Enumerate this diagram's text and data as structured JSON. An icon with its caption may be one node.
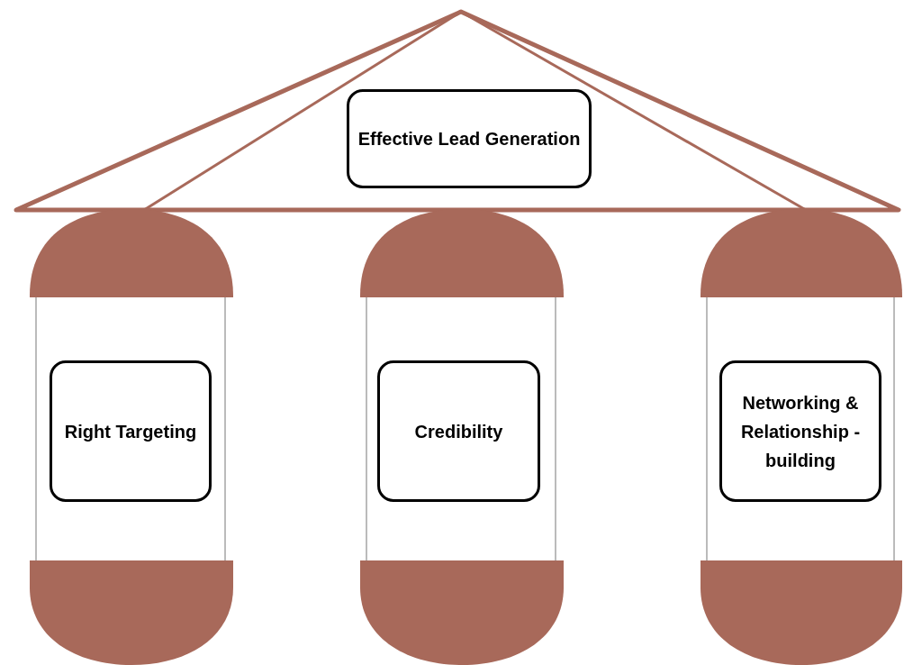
{
  "diagram": {
    "nodes": [
      {
        "text": [],
        "shape": "triangle"
      },
      {
        "text": [
          "Effective Lead Generation"
        ],
        "in": 0
      },
      {
        "text": [],
        "shape": "column"
      },
      {
        "text": [
          "Right Targeting"
        ],
        "in": 2
      },
      {
        "text": [],
        "shape": "column"
      },
      {
        "text": [
          "Credibility"
        ],
        "in": 4
      },
      {
        "text": [],
        "shape": "column"
      },
      {
        "text": [
          "Networking & Relationship -building"
        ],
        "in": 6
      }
    ]
  }
}
